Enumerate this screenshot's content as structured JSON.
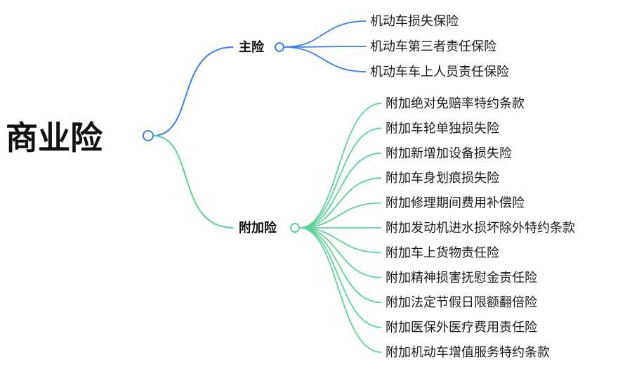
{
  "root": {
    "label": "商业险"
  },
  "colors": {
    "main_branch": "#3f7fe3",
    "addon_branch": "#5fd39a",
    "node_fill": "#ffffff",
    "text": "#111111"
  },
  "branches": [
    {
      "label": "主险",
      "color_key": "main_branch",
      "leaves": [
        "机动车损失保险",
        "机动车第三者责任保险",
        "机动车车上人员责任保险"
      ]
    },
    {
      "label": "附加险",
      "color_key": "addon_branch",
      "leaves": [
        "附加绝对免赔率特约条款",
        "附加车轮单独损失险",
        "附加新增加设备损失险",
        "附加车身划痕损失险",
        "附加修理期间费用补偿险",
        "附加发动机进水损坏除外特约条款",
        "附加车上货物责任险",
        "附加精神损害抚慰金责任险",
        "附加法定节假日限额翻倍险",
        "附加医保外医疗费用责任险",
        "附加机动车增值服务特约条款"
      ]
    }
  ]
}
